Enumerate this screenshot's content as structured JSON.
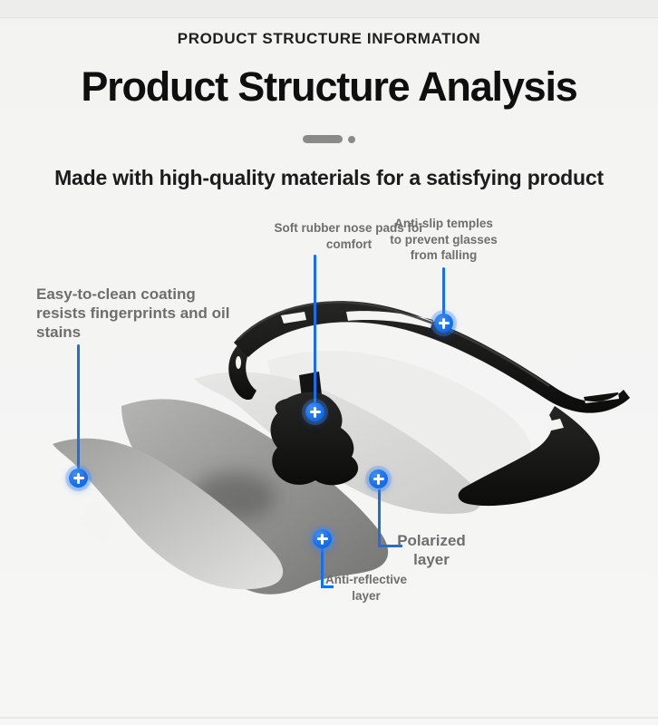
{
  "header": {
    "eyebrow": "PRODUCT STRUCTURE INFORMATION",
    "title": "Product Structure Analysis",
    "subtitle": "Made with high-quality materials for a satisfying product"
  },
  "diagram": {
    "subject": "exploded-view sport sunglasses with black half-rim frame and detached lens layers",
    "annotations": {
      "nose_pads": {
        "lines": [
          "Soft rubber nose pads for",
          "comfort"
        ]
      },
      "temples": {
        "lines": [
          "Anti-slip temples",
          "to prevent glasses",
          "from falling"
        ]
      },
      "coating": {
        "lines": [
          "Easy-to-clean coating",
          "resists fingerprints and oil",
          "stains"
        ]
      },
      "polarized": {
        "lines": [
          "Polarized",
          "layer"
        ]
      },
      "anti_reflective": {
        "lines": [
          "Anti-reflective",
          "layer"
        ]
      }
    }
  },
  "colors": {
    "accent_blue": "#1a6fe8",
    "marker_blue": "#1771ee",
    "annotation_gray": "#6e6e6e",
    "heading_black": "#0f0f0f",
    "divider_gray": "#8a8a8a",
    "background": "#f4f4f3",
    "frame_black": "#151514"
  }
}
